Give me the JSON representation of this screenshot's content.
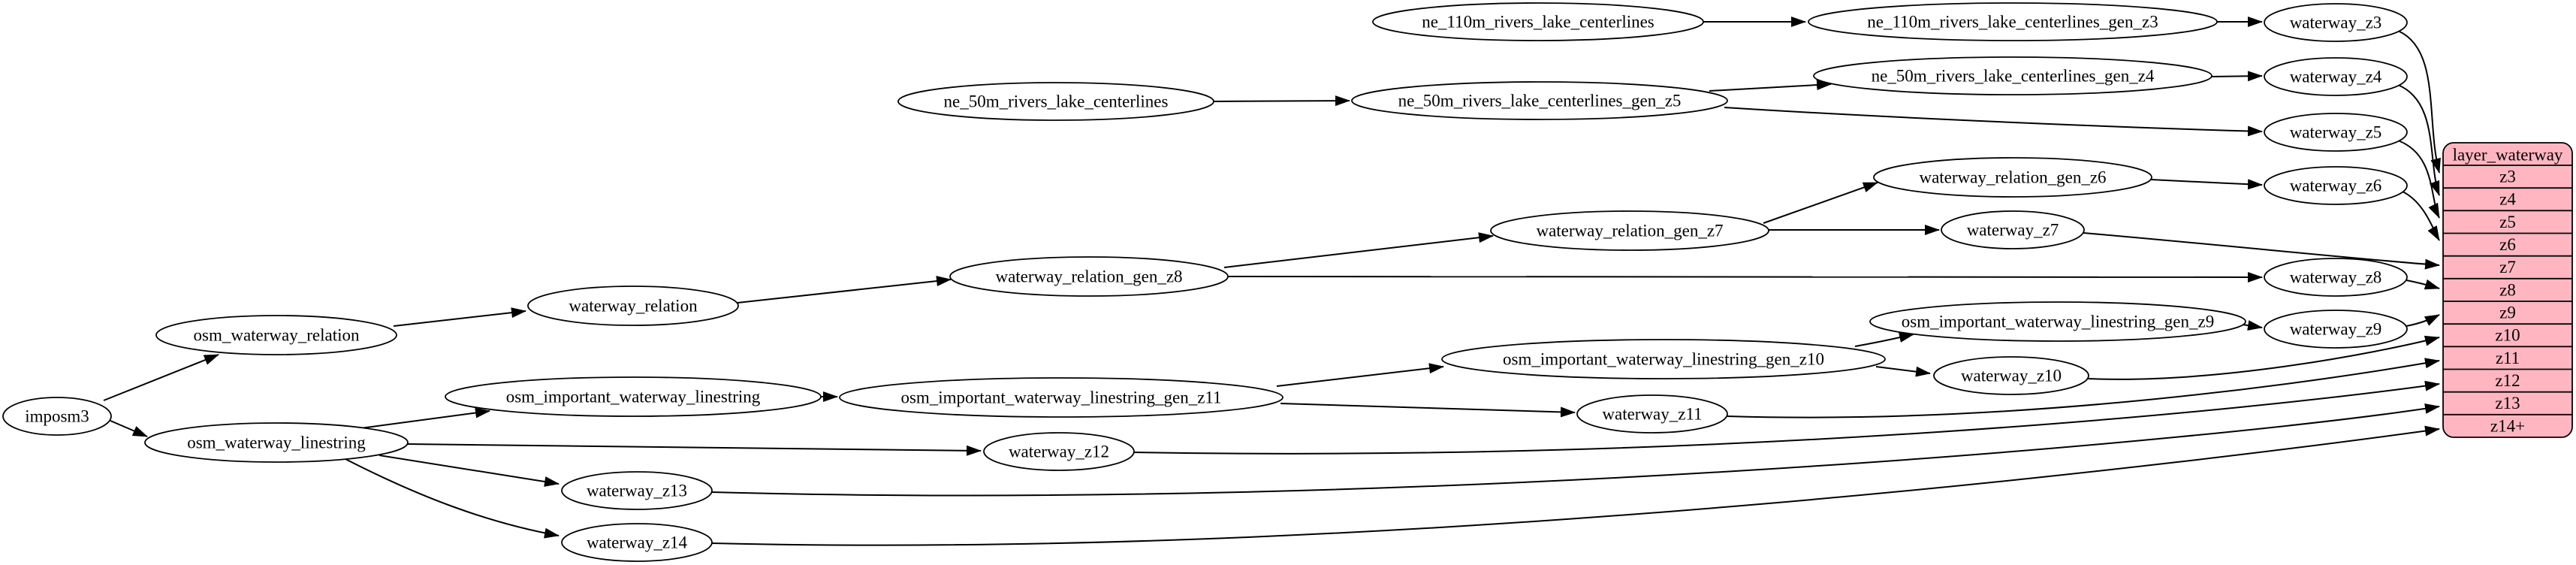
{
  "diagram": {
    "colors": {
      "background": "#ffffff",
      "node_fill": "#ffffff",
      "stroke": "#000000",
      "table_fill": "#ffb6c1"
    },
    "nodes": {
      "imposm3": {
        "label": "imposm3"
      },
      "osm_waterway_relation": {
        "label": "osm_waterway_relation"
      },
      "osm_waterway_linestring": {
        "label": "osm_waterway_linestring"
      },
      "waterway_relation": {
        "label": "waterway_relation"
      },
      "osm_important_waterway_linestring": {
        "label": "osm_important_waterway_linestring"
      },
      "waterway_z13": {
        "label": "waterway_z13"
      },
      "waterway_z14": {
        "label": "waterway_z14"
      },
      "ne_50m_rivers_lake_centerlines": {
        "label": "ne_50m_rivers_lake_centerlines"
      },
      "waterway_relation_gen_z8": {
        "label": "waterway_relation_gen_z8"
      },
      "osm_important_waterway_linestring_gen_z11": {
        "label": "osm_important_waterway_linestring_gen_z11"
      },
      "waterway_z12": {
        "label": "waterway_z12"
      },
      "ne_110m_rivers_lake_centerlines": {
        "label": "ne_110m_rivers_lake_centerlines"
      },
      "ne_50m_rivers_lake_centerlines_gen_z5": {
        "label": "ne_50m_rivers_lake_centerlines_gen_z5"
      },
      "waterway_relation_gen_z7": {
        "label": "waterway_relation_gen_z7"
      },
      "osm_important_waterway_linestring_gen_z10": {
        "label": "osm_important_waterway_linestring_gen_z10"
      },
      "waterway_z11": {
        "label": "waterway_z11"
      },
      "ne_110m_rivers_lake_centerlines_gen_z3": {
        "label": "ne_110m_rivers_lake_centerlines_gen_z3"
      },
      "ne_50m_rivers_lake_centerlines_gen_z4": {
        "label": "ne_50m_rivers_lake_centerlines_gen_z4"
      },
      "waterway_relation_gen_z6": {
        "label": "waterway_relation_gen_z6"
      },
      "waterway_z7": {
        "label": "waterway_z7"
      },
      "osm_important_waterway_linestring_gen_z9": {
        "label": "osm_important_waterway_linestring_gen_z9"
      },
      "waterway_z10": {
        "label": "waterway_z10"
      },
      "waterway_z3": {
        "label": "waterway_z3"
      },
      "waterway_z4": {
        "label": "waterway_z4"
      },
      "waterway_z5": {
        "label": "waterway_z5"
      },
      "waterway_z6": {
        "label": "waterway_z6"
      },
      "waterway_z8": {
        "label": "waterway_z8"
      },
      "waterway_z9": {
        "label": "waterway_z9"
      }
    },
    "table": {
      "title": "layer_waterway",
      "rows": [
        "z3",
        "z4",
        "z5",
        "z6",
        "z7",
        "z8",
        "z9",
        "z10",
        "z11",
        "z12",
        "z13",
        "z14+"
      ]
    }
  }
}
